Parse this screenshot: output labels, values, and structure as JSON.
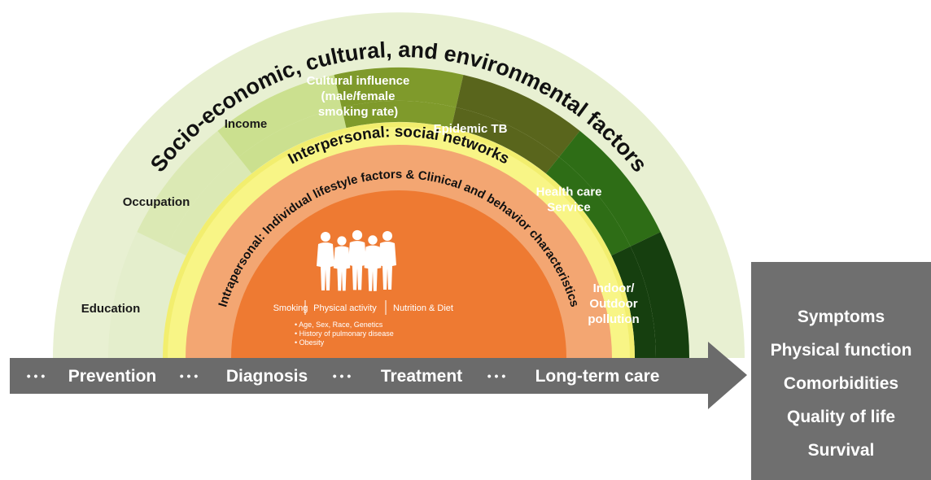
{
  "outer_ring": {
    "title": "Socio-economic, cultural, and environmental factors",
    "segments": [
      {
        "lines": [
          "Education"
        ],
        "color": "#e4eecc",
        "text_color": "#1a1a1a"
      },
      {
        "lines": [
          "Occupation"
        ],
        "color": "#dbe9b4",
        "text_color": "#1a1a1a"
      },
      {
        "lines": [
          "Income"
        ],
        "color": "#cbe08f",
        "text_color": "#1a1a1a"
      },
      {
        "lines": [
          "Cultural influence",
          "(male/female",
          "smoking rate)"
        ],
        "color": "#7f9a2b",
        "text_color": "#ffffff"
      },
      {
        "lines": [
          "Epidemic TB"
        ],
        "color": "#59651c",
        "text_color": "#ffffff"
      },
      {
        "lines": [
          "Health care",
          "Service"
        ],
        "color": "#2e6d16",
        "text_color": "#ffffff"
      },
      {
        "lines": [
          "Indoor/",
          "Outdoor",
          "pollution"
        ],
        "color": "#163f0f",
        "text_color": "#ffffff"
      }
    ]
  },
  "middle_ring": {
    "title": "Interpersonal: social networks",
    "color": "#f8f586"
  },
  "inner_ring": {
    "title": "Intrapersonal: Individual lifestyle factors & Clinical and behavior characteristics",
    "color": "#f3a672"
  },
  "core": {
    "color": "#ee7a32",
    "people_icon": "people-group-icon",
    "behaviors": [
      "Smoking",
      "Physical activity",
      "Nutrition & Diet"
    ],
    "characteristics": [
      "Age, Sex, Race, Genetics",
      "History of pulmonary disease",
      "Obesity"
    ]
  },
  "timeline": {
    "dots": "• • •",
    "stages": [
      "Prevention",
      "Diagnosis",
      "Treatment",
      "Long-term care"
    ],
    "color": "#6b6b6b"
  },
  "outcomes": [
    "Symptoms",
    "Physical function",
    "Comorbidities",
    "Quality of life",
    "Survival"
  ]
}
